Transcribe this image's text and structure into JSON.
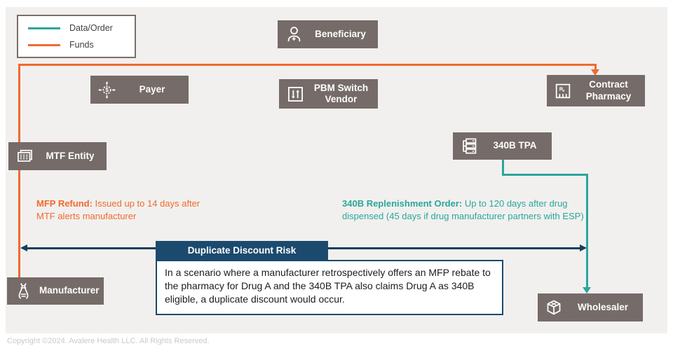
{
  "colors": {
    "funds_orange": "#F2692F",
    "data_order_teal": "#2BA69D",
    "entity_box": "#756B68",
    "risk_navy": "#1B4A6E",
    "arrow_navy": "#163E5E",
    "panel_background": "#F1F0EE"
  },
  "legend": {
    "items": [
      {
        "label": "Data/Order",
        "color": "#2BA69D"
      },
      {
        "label": "Funds",
        "color": "#F2692F"
      }
    ]
  },
  "entities": {
    "beneficiary": {
      "label": "Beneficiary",
      "icon": "patient-icon"
    },
    "payer": {
      "label": "Payer",
      "icon": "money-flow-icon"
    },
    "pbm": {
      "label": "PBM Switch Vendor",
      "icon": "switch-arrows-icon"
    },
    "contract_pharmacy": {
      "label": "Contract Pharmacy",
      "icon": "pharmacy-building-icon"
    },
    "mtf": {
      "label": "MTF Entity",
      "icon": "ledger-icon"
    },
    "tpa": {
      "label": "340B TPA",
      "icon": "server-stack-icon"
    },
    "manufacturer": {
      "label": "Manufacturer",
      "icon": "dna-icon"
    },
    "wholesaler": {
      "label": "Wholesaler",
      "icon": "box-icon"
    }
  },
  "annotations": {
    "mfp_refund": {
      "title": "MFP Refund:",
      "body": " Issued up to 14 days after MTF alerts manufacturer"
    },
    "replenishment": {
      "title": "340B Replenishment Order:",
      "body": " Up to 120 days after drug dispensed (45 days if drug manufacturer partners with ESP)"
    }
  },
  "risk": {
    "title": "Duplicate Discount Risk",
    "body": "In a scenario where a manufacturer retrospectively offers an MFP rebate to the pharmacy for Drug A and the 340B TPA also claims Drug A as 340B eligible, a duplicate discount would occur."
  },
  "footer": {
    "copyright": "Copyright ©2024. Avalere Health LLC. All Rights Reserved."
  }
}
